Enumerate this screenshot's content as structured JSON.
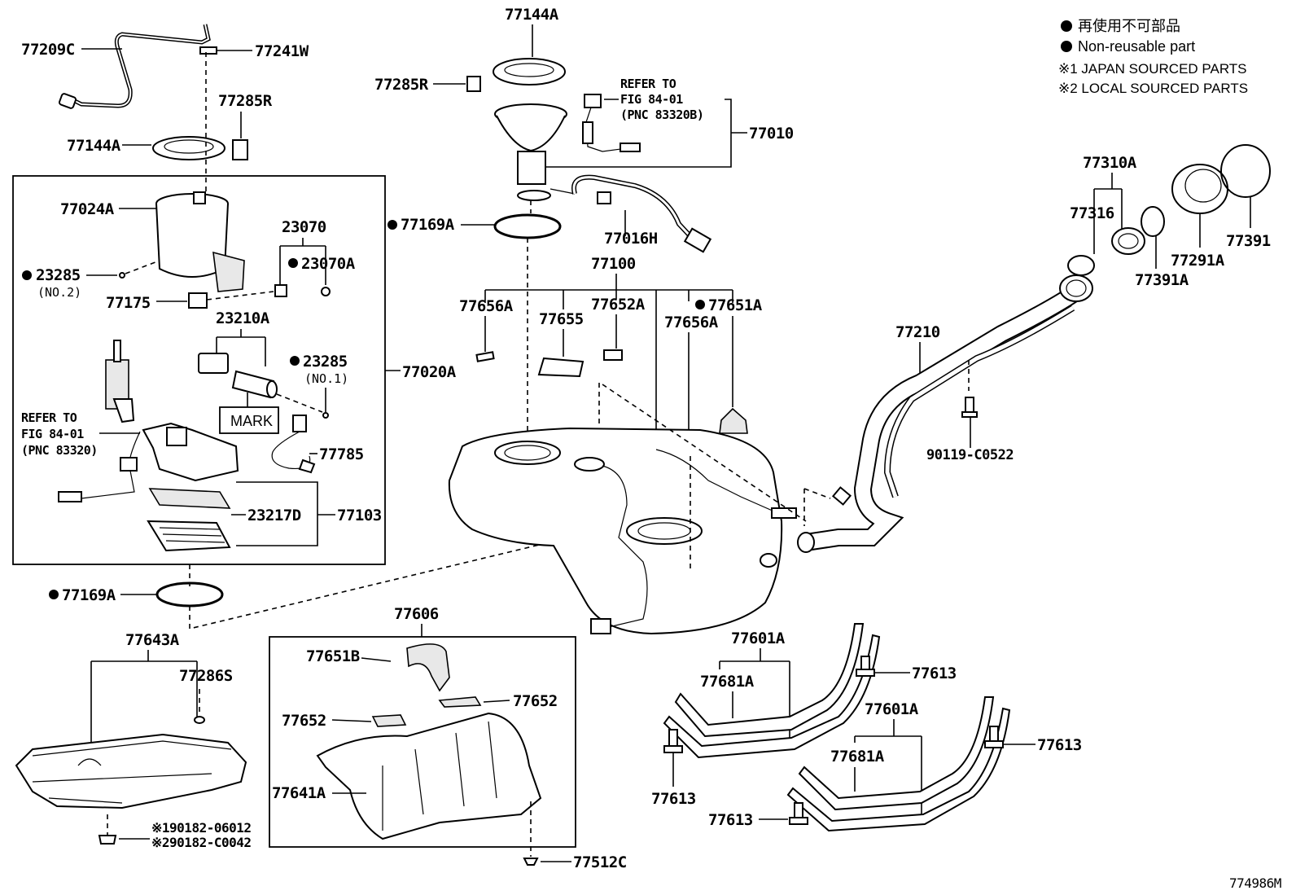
{
  "legend": {
    "non_reusable_jp": "再使用不可部品",
    "non_reusable_en": "Non-reusable part",
    "note1": "※1 JAPAN SOURCED PARTS",
    "note2": "※2 LOCAL SOURCED PARTS"
  },
  "figure_id": "774986M",
  "refer_left": {
    "line1": "REFER TO",
    "line2": "FIG 84-01",
    "line3": "(PNC 83320)"
  },
  "refer_top": {
    "line1": "REFER TO",
    "line2": "FIG 84-01",
    "line3": "(PNC 83320B)"
  },
  "mark_label": "MARK",
  "parts": {
    "p77209C": "77209C",
    "p77241W": "77241W",
    "p77285R_left": "77285R",
    "p77144A_left": "77144A",
    "p77024A": "77024A",
    "p23070": "23070",
    "p23070A": "23070A",
    "p23285_no2": "23285",
    "p23285_no2_sub": "(NO.2)",
    "p77175": "77175",
    "p23210A": "23210A",
    "p23285_no1": "23285",
    "p23285_no1_sub": "(NO.1)",
    "p77020A": "77020A",
    "p77785": "77785",
    "p23217D": "23217D",
    "p77103": "77103",
    "p77169A_left": "77169A",
    "p77643A": "77643A",
    "p77286S": "77286S",
    "p90182_06012": "※190182-06012",
    "p90182_C0042": "※290182-C0042",
    "p77144A_top": "77144A",
    "p77285R_top": "77285R",
    "p77010": "77010",
    "p77169A_top": "77169A",
    "p77016H": "77016H",
    "p77100": "77100",
    "p77656A_1": "77656A",
    "p77655": "77655",
    "p77652A": "77652A",
    "p77651A": "77651A",
    "p77656A_2": "77656A",
    "p77606": "77606",
    "p77651B": "77651B",
    "p77652_r": "77652",
    "p77652_l": "77652",
    "p77641A": "77641A",
    "p77512C": "77512C",
    "p77310A": "77310A",
    "p77316": "77316",
    "p77391A": "77391A",
    "p77291A": "77291A",
    "p77391": "77391",
    "p77210": "77210",
    "p90119_C0522": "90119-C0522",
    "p77601A_1": "77601A",
    "p77681A_1": "77681A",
    "p77613_1": "77613",
    "p77613_2": "77613",
    "p77601A_2": "77601A",
    "p77681A_2": "77681A",
    "p77613_3": "77613",
    "p77613_4": "77613"
  }
}
